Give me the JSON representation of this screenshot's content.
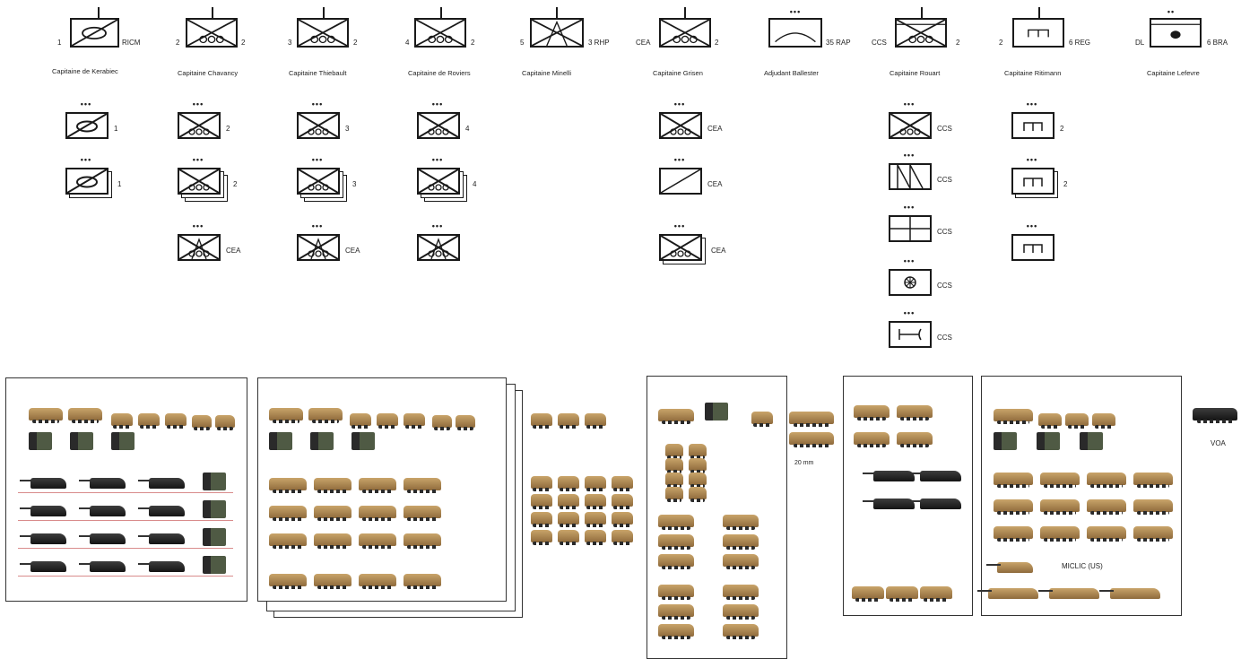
{
  "units": [
    {
      "id": "u1",
      "left_label": "1",
      "right_label": "RICM",
      "caption": "Capitaine de Kerabiec",
      "dots": ""
    },
    {
      "id": "u2",
      "left_label": "2",
      "right_label": "2",
      "caption": "Capitaine Chavancy",
      "dots": ""
    },
    {
      "id": "u3",
      "left_label": "3",
      "right_label": "2",
      "caption": "Capitaine Thiebault",
      "dots": ""
    },
    {
      "id": "u4",
      "left_label": "4",
      "right_label": "2",
      "caption": "Capitaine de Roviers",
      "dots": ""
    },
    {
      "id": "u5",
      "left_label": "5",
      "right_label": "3 RHP",
      "caption": "Capitaine Minelli",
      "dots": ""
    },
    {
      "id": "u6",
      "left_label": "CEA",
      "right_label": "2",
      "caption": "Capitaine Grisen",
      "dots": ""
    },
    {
      "id": "u7",
      "left_label": "",
      "right_label": "35 RAP",
      "caption": "Adjudant Ballester",
      "dots": "•••"
    },
    {
      "id": "u8",
      "left_label": "CCS",
      "right_label": "2",
      "caption": "Capitaine Rouart",
      "dots": ""
    },
    {
      "id": "u9",
      "left_label": "2",
      "right_label": "6 REG",
      "caption": "Capitaine Ritimann",
      "dots": ""
    },
    {
      "id": "u10",
      "left_label": "DL",
      "right_label": "6 BRA",
      "caption": "Capitaine Lefevre",
      "dots": "••"
    }
  ],
  "subunits": {
    "dots": "•••",
    "col1": [
      "1",
      "1"
    ],
    "col2": [
      "2",
      "2",
      "CEA"
    ],
    "col3": [
      "3",
      "3",
      "CEA"
    ],
    "col4": [
      "4",
      "4",
      ""
    ],
    "col6": [
      "CEA",
      "CEA",
      "CEA"
    ],
    "col8": [
      "CCS",
      "CCS",
      "CCS",
      "CCS",
      "CCS"
    ],
    "col9": [
      "2",
      "2",
      ""
    ]
  },
  "vehicles": {
    "label_20mm": "20 mm",
    "label_voa": "VOA",
    "label_mclc": "MICLIC (US)"
  },
  "colors": {
    "desert": "#b38b52",
    "dark": "#222222",
    "green": "#4a5a3a",
    "line": "#1a1a1a"
  }
}
